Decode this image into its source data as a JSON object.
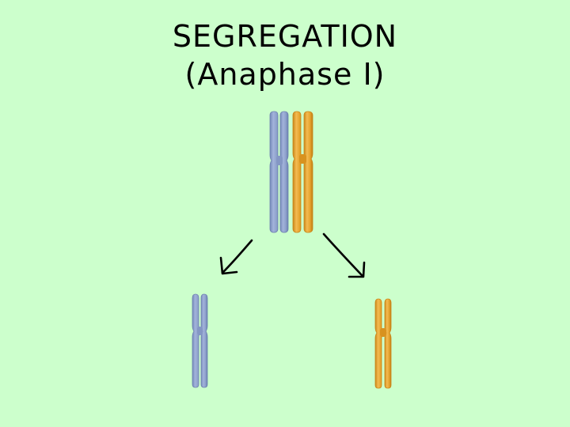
{
  "slide": {
    "title_line1": "SEGREGATION",
    "title_line2": "(Anaphase I)"
  },
  "colors": {
    "background": "#ccffcc",
    "chromosome_blue": "#8ea1cc",
    "chromosome_blue_edge": "#6e82b0",
    "chromosome_orange": "#e6a32e",
    "chromosome_orange_edge": "#c9861a",
    "arrow": "#000000"
  },
  "diagram": {
    "paired_chromosomes": [
      "chromosome-blue",
      "chromosome-orange"
    ],
    "separated_chromosomes": [
      "chromosome-blue",
      "chromosome-orange"
    ],
    "arrows": [
      "arrow-left-down",
      "arrow-right-down"
    ]
  }
}
